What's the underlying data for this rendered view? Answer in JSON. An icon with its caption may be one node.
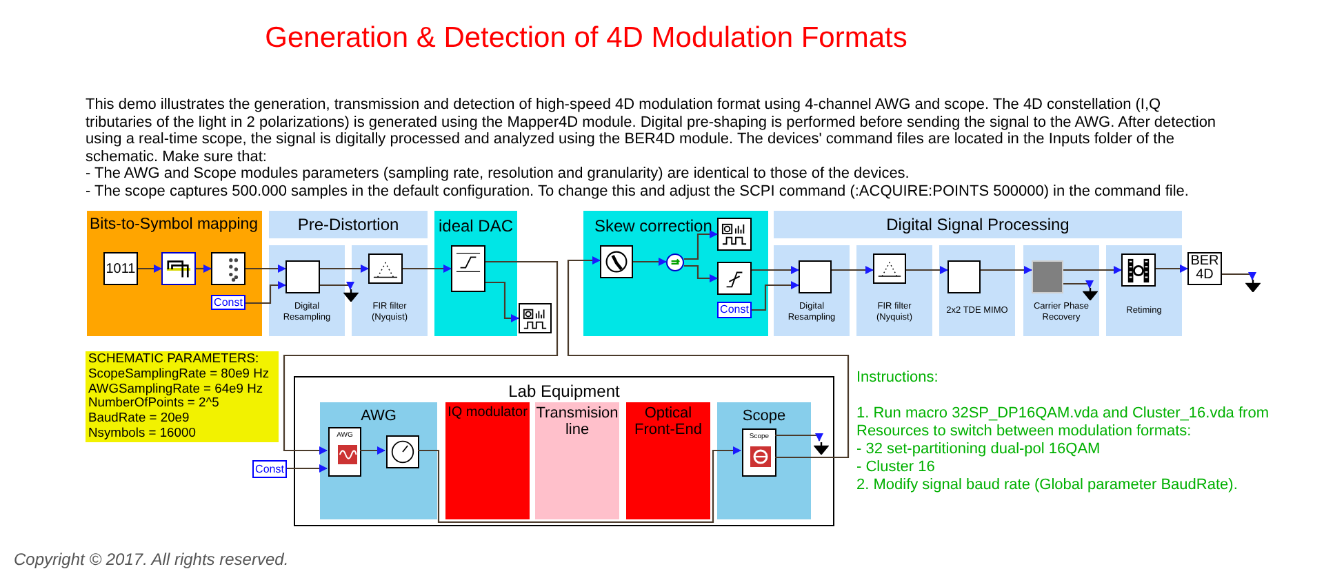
{
  "diagram": {
    "title": "Generation & Detection of 4D Modulation Formats",
    "nodes": [
      {
        "text": [
          "Bits-to-Symbol mapping"
        ]
      },
      {
        "text": [
          "1011"
        ],
        "in": 0
      },
      {
        "text": [],
        "shape": "box",
        "in": 0
      },
      {
        "text": [],
        "shape": "box",
        "in": 0
      },
      {
        "text": [
          "Const"
        ],
        "in": 0
      },
      {
        "text": [
          "Pre-Distortion"
        ]
      },
      {
        "text": [
          "Digital Resampling"
        ]
      },
      {
        "text": [],
        "shape": "box",
        "in": 6
      },
      {
        "text": [
          "FIR filter (Nyquist)"
        ]
      },
      {
        "text": [],
        "shape": "box",
        "in": 8
      },
      {
        "text": [],
        "shape": "ground"
      },
      {
        "text": [
          "ideal DAC"
        ]
      },
      {
        "text": [],
        "shape": "box",
        "in": 11
      },
      {
        "text": [],
        "shape": "box"
      },
      {
        "text": [
          "Skew correction"
        ]
      },
      {
        "text": [],
        "shape": "box",
        "in": 14
      },
      {
        "text": [],
        "shape": "circle",
        "in": 14
      },
      {
        "text": [],
        "shape": "box",
        "in": 14
      },
      {
        "text": [],
        "shape": "box",
        "in": 14
      },
      {
        "text": [
          "Const"
        ],
        "in": 14
      },
      {
        "text": [
          "Digital Signal Processing"
        ]
      },
      {
        "text": [
          "Digital Resampling"
        ]
      },
      {
        "text": [],
        "shape": "box",
        "in": 21
      },
      {
        "text": [
          "FIR filter (Nyquist)"
        ]
      },
      {
        "text": [],
        "shape": "box",
        "in": 23
      },
      {
        "text": [
          "2x2 TDE MIMO"
        ]
      },
      {
        "text": [],
        "shape": "box",
        "in": 25
      },
      {
        "text": [
          "Carrier Phase Recovery"
        ]
      },
      {
        "text": [],
        "shape": "box",
        "in": 27
      },
      {
        "text": [],
        "shape": "ground",
        "in": 27
      },
      {
        "text": [
          "Retiming"
        ]
      },
      {
        "text": [],
        "shape": "box",
        "in": 30
      },
      {
        "text": [
          "BER 4D"
        ]
      },
      {
        "text": [],
        "shape": "ground"
      },
      {
        "text": [
          "SCHEMATIC PARAMETERS:",
          "ScopeSamplingRate = 80e9 Hz",
          "AWGSamplingRate = 64e9 Hz",
          "NumberOfPoints = 2^5",
          "BaudRate = 20e9",
          "Nsymbols = 16000"
        ]
      },
      {
        "text": [
          "Lab  Equipment"
        ]
      },
      {
        "text": [
          "AWG"
        ],
        "in": 35
      },
      {
        "text": [
          "AWG"
        ],
        "in": 36
      },
      {
        "text": [],
        "shape": "box",
        "in": 36
      },
      {
        "text": [
          "IQ modulator"
        ],
        "in": 35
      },
      {
        "text": [
          "Transmision line"
        ],
        "in": 35
      },
      {
        "text": [
          "Optical Front-End"
        ],
        "in": 35
      },
      {
        "text": [
          "Scope"
        ],
        "in": 35
      },
      {
        "text": [
          "Scope"
        ],
        "in": 42
      },
      {
        "text": [],
        "shape": "ground",
        "in": 35
      },
      {
        "text": [
          "Const"
        ]
      }
    ],
    "edges": [
      {
        "from": 1,
        "to": 2,
        "arrow": "to"
      },
      {
        "from": 2,
        "to": 3,
        "arrow": "to"
      },
      {
        "from": 3,
        "to": 7,
        "arrow": "to"
      },
      {
        "from": 4,
        "to": 7,
        "arrow": "to"
      },
      {
        "from": 7,
        "to": 9,
        "arrow": "to"
      },
      {
        "from": 7,
        "to": 10,
        "arrow": "to"
      },
      {
        "from": 9,
        "to": 12,
        "arrow": "to"
      },
      {
        "from": 12,
        "to": 13,
        "arrow": "to"
      },
      {
        "from": 12,
        "to": 37,
        "arrow": "to"
      },
      {
        "from": 45,
        "to": 37,
        "arrow": "to"
      },
      {
        "from": 37,
        "to": 38,
        "arrow": "to"
      },
      {
        "from": 38,
        "to": 43,
        "arrow": "to"
      },
      {
        "from": 43,
        "to": 44,
        "arrow": "to"
      },
      {
        "from": 43,
        "to": 15,
        "arrow": "to"
      },
      {
        "from": 15,
        "to": 16,
        "arrow": "to"
      },
      {
        "from": 16,
        "to": 17,
        "arrow": "to"
      },
      {
        "from": 16,
        "to": 18,
        "arrow": "to"
      },
      {
        "from": 18,
        "to": 22,
        "arrow": "to"
      },
      {
        "from": 19,
        "to": 22,
        "arrow": "to"
      },
      {
        "from": 22,
        "to": 24,
        "arrow": "to"
      },
      {
        "from": 24,
        "to": 26,
        "arrow": "to"
      },
      {
        "from": 26,
        "to": 28,
        "arrow": "to"
      },
      {
        "from": 28,
        "to": 29,
        "arrow": "to"
      },
      {
        "from": 28,
        "to": 31,
        "arrow": "to"
      },
      {
        "from": 31,
        "to": 32,
        "arrow": "to"
      },
      {
        "from": 32,
        "to": 33,
        "arrow": "to"
      }
    ],
    "labels": [
      "This demo illustrates the generation, transmission and detection of high-speed 4D modulation format using 4-channel AWG and scope. The 4D constellation (I,Q tributaries of the light in 2 polarizations) is generated using the Mapper4D module.  Digital pre-shaping is performed before sending the signal to the AWG. After detection using a real-time scope, the signal is digitally processed and analyzed using the BER4D module. The devices' command files are located in the Inputs folder of the schematic. Make sure that:",
      "- The AWG and Scope modules parameters (sampling rate, resolution and granularity) are identical to those of the devices.",
      "- The scope captures 500.000 samples in the default configuration. To change this and adjust the SCPI command (:ACQUIRE:POINTS 500000) in the command file.",
      "Instructions:",
      "1. Run macro 32SP_DP16QAM.vda and Cluster_16.vda from Resources to switch between modulation formats:",
      "- 32 set-partitioning  dual-pol 16QAM",
      "- Cluster 16",
      "2. Modify signal baud rate (Global parameter BaudRate).",
      "Copyright © 2017. All rights reserved."
    ]
  }
}
